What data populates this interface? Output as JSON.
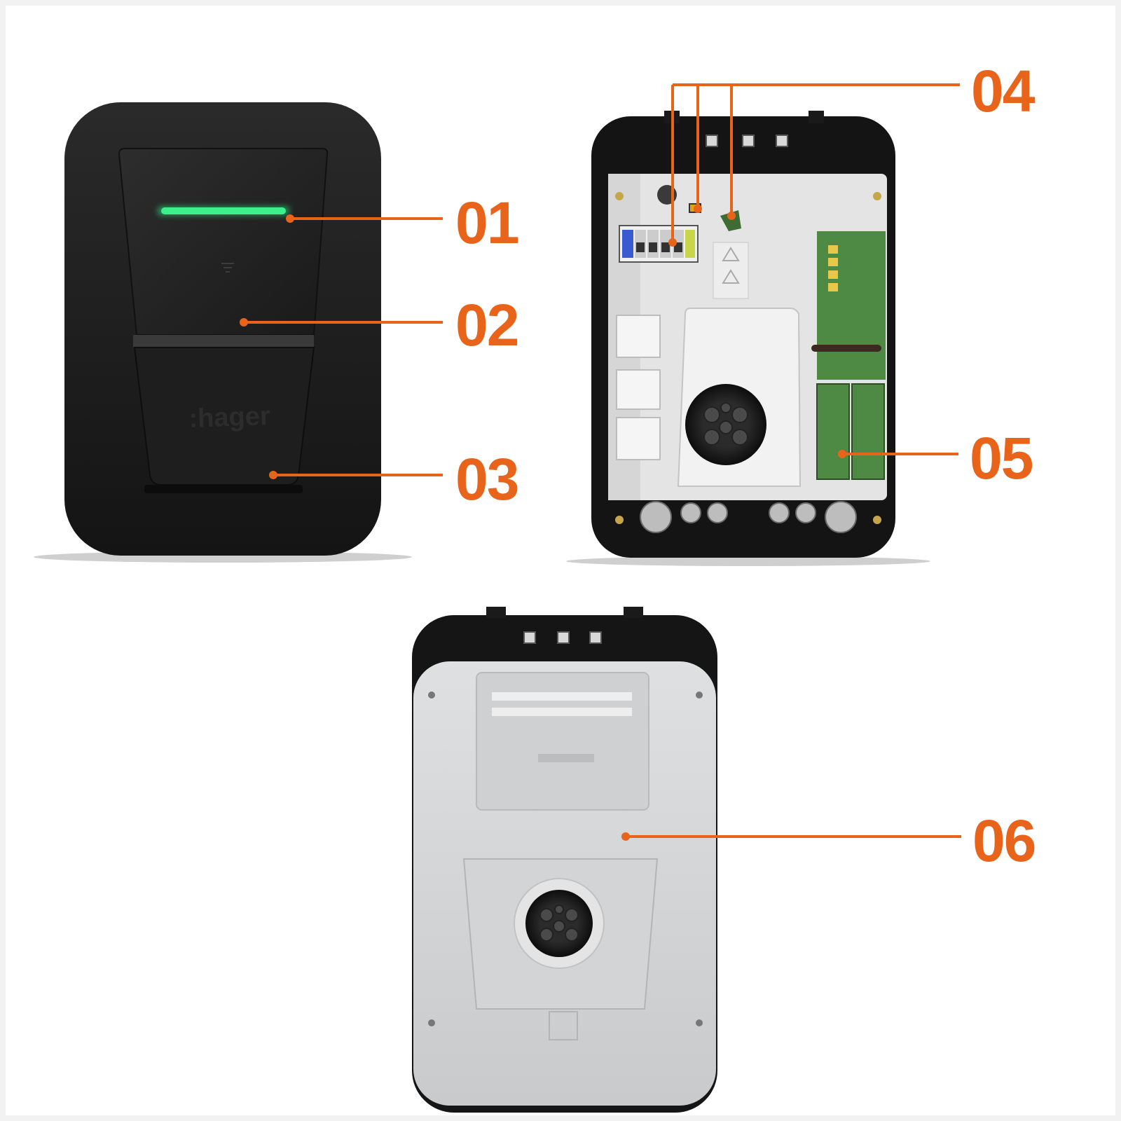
{
  "colors": {
    "accent": "#e8641b",
    "led": "#29e07c",
    "housing": "#151515",
    "pcb": "#4e8a43",
    "cover": "#d8d9da"
  },
  "front_unit": {
    "brand": ":hager"
  },
  "callouts": [
    {
      "id": "01",
      "label": "01"
    },
    {
      "id": "02",
      "label": "02"
    },
    {
      "id": "03",
      "label": "03"
    },
    {
      "id": "04",
      "label": "04"
    },
    {
      "id": "05",
      "label": "05"
    },
    {
      "id": "06",
      "label": "06"
    }
  ]
}
